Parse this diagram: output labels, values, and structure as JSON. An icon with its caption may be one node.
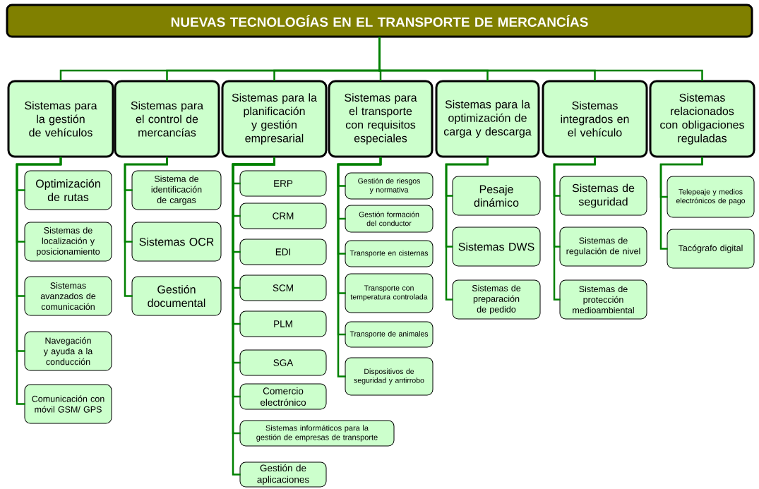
{
  "diagram": {
    "nodes": [
      {
        "text": [
          "NUEVAS TECNOLOGÍAS EN EL TRANSPORTE DE MERCANCÍAS"
        ]
      },
      {
        "text": [
          "Sistemas para la gestión de vehículos"
        ]
      },
      {
        "text": [
          "Sistemas para el control de mercancías"
        ]
      },
      {
        "text": [
          "Sistemas para la planificación y gestión empresarial"
        ]
      },
      {
        "text": [
          "Sistemas para el transporte con requisitos especiales"
        ]
      },
      {
        "text": [
          "Sistemas para la optimización de carga y descarga"
        ]
      },
      {
        "text": [
          "Sistemas integrados en el vehículo"
        ]
      },
      {
        "text": [
          "Sistemas relacionados con obligaciones reguladas"
        ]
      },
      {
        "text": [
          "Optimización de rutas"
        ]
      },
      {
        "text": [
          "Sistemas de localización y posicionamiento"
        ]
      },
      {
        "text": [
          "Sistemas avanzados de comunicación"
        ]
      },
      {
        "text": [
          "Navegación y ayuda a la conducción"
        ]
      },
      {
        "text": [
          "Comunicación con móvil GSM/ GPS"
        ]
      },
      {
        "text": [
          "Sistema de identificación de cargas"
        ]
      },
      {
        "text": [
          "Sistemas OCR"
        ]
      },
      {
        "text": [
          "Gestión documental"
        ]
      },
      {
        "text": [
          "ERP"
        ]
      },
      {
        "text": [
          "CRM"
        ]
      },
      {
        "text": [
          "EDI"
        ]
      },
      {
        "text": [
          "SCM"
        ]
      },
      {
        "text": [
          "PLM"
        ]
      },
      {
        "text": [
          "SGA"
        ]
      },
      {
        "text": [
          "Comercio electrónico"
        ]
      },
      {
        "text": [
          "Sistemas informáticos para la gestión de empresas de transporte"
        ]
      },
      {
        "text": [
          "Gestión de aplicaciones"
        ]
      },
      {
        "text": [
          "Gestión de riesgos y normativa"
        ]
      },
      {
        "text": [
          "Gestión formación del conductor"
        ]
      },
      {
        "text": [
          "Transporte en cisternas"
        ]
      },
      {
        "text": [
          "Transporte con temperatura controlada"
        ]
      },
      {
        "text": [
          "Transporte de animales"
        ]
      },
      {
        "text": [
          "Dispositivos de seguridad y antirrobo"
        ]
      },
      {
        "text": [
          "Pesaje dinámico"
        ]
      },
      {
        "text": [
          "Sistemas DWS"
        ]
      },
      {
        "text": [
          "Sistemas de preparación de pedido"
        ]
      },
      {
        "text": [
          "Sistemas de seguridad"
        ]
      },
      {
        "text": [
          "Sistemas de regulación de nivel"
        ]
      },
      {
        "text": [
          "Sistemas de protección medioambiental"
        ]
      },
      {
        "text": [
          "Telepeaje y medios electrónicos de pago"
        ]
      },
      {
        "text": [
          "Tacógrafo digital"
        ]
      }
    ],
    "edges": [
      {
        "from": 0,
        "to": 1,
        "arrow": "none"
      },
      {
        "from": 0,
        "to": 2,
        "arrow": "none"
      },
      {
        "from": 0,
        "to": 3,
        "arrow": "none"
      },
      {
        "from": 0,
        "to": 4,
        "arrow": "none"
      },
      {
        "from": 0,
        "to": 5,
        "arrow": "none"
      },
      {
        "from": 0,
        "to": 6,
        "arrow": "none"
      },
      {
        "from": 0,
        "to": 7,
        "arrow": "none"
      },
      {
        "from": 1,
        "to": 8,
        "arrow": "none"
      },
      {
        "from": 1,
        "to": 9,
        "arrow": "none"
      },
      {
        "from": 1,
        "to": 10,
        "arrow": "none"
      },
      {
        "from": 1,
        "to": 11,
        "arrow": "none"
      },
      {
        "from": 1,
        "to": 12,
        "arrow": "none"
      },
      {
        "from": 2,
        "to": 13,
        "arrow": "none"
      },
      {
        "from": 2,
        "to": 14,
        "arrow": "none"
      },
      {
        "from": 2,
        "to": 15,
        "arrow": "none"
      },
      {
        "from": 3,
        "to": 16,
        "arrow": "none"
      },
      {
        "from": 3,
        "to": 17,
        "arrow": "none"
      },
      {
        "from": 3,
        "to": 18,
        "arrow": "none"
      },
      {
        "from": 3,
        "to": 19,
        "arrow": "none"
      },
      {
        "from": 3,
        "to": 20,
        "arrow": "none"
      },
      {
        "from": 3,
        "to": 21,
        "arrow": "none"
      },
      {
        "from": 3,
        "to": 22,
        "arrow": "none"
      },
      {
        "from": 3,
        "to": 23,
        "arrow": "none"
      },
      {
        "from": 3,
        "to": 24,
        "arrow": "none"
      },
      {
        "from": 4,
        "to": 25,
        "arrow": "none"
      },
      {
        "from": 4,
        "to": 26,
        "arrow": "none"
      },
      {
        "from": 4,
        "to": 27,
        "arrow": "none"
      },
      {
        "from": 4,
        "to": 28,
        "arrow": "none"
      },
      {
        "from": 4,
        "to": 29,
        "arrow": "none"
      },
      {
        "from": 4,
        "to": 30,
        "arrow": "none"
      },
      {
        "from": 5,
        "to": 31,
        "arrow": "none"
      },
      {
        "from": 5,
        "to": 32,
        "arrow": "none"
      },
      {
        "from": 5,
        "to": 33,
        "arrow": "none"
      },
      {
        "from": 6,
        "to": 34,
        "arrow": "none"
      },
      {
        "from": 6,
        "to": 35,
        "arrow": "none"
      },
      {
        "from": 6,
        "to": 36,
        "arrow": "none"
      },
      {
        "from": 7,
        "to": 37,
        "arrow": "none"
      },
      {
        "from": 7,
        "to": 38,
        "arrow": "none"
      }
    ]
  }
}
